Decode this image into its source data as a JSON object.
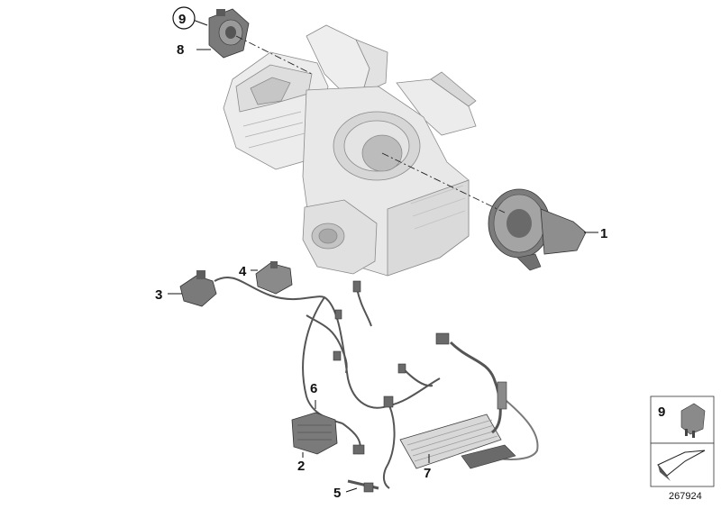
{
  "diagram": {
    "callouts": [
      "1",
      "2",
      "3",
      "4",
      "5",
      "6",
      "7",
      "8",
      "9"
    ],
    "legend": {
      "number": "9"
    },
    "reference_number": "267924"
  },
  "colors": {
    "housing": "#e9e9e9",
    "housing_dark": "#c9c9c9",
    "part_dark": "#6a6a6a",
    "part_mid": "#8e8e8e",
    "outline": "#4a4a4a",
    "text": "#111111"
  }
}
